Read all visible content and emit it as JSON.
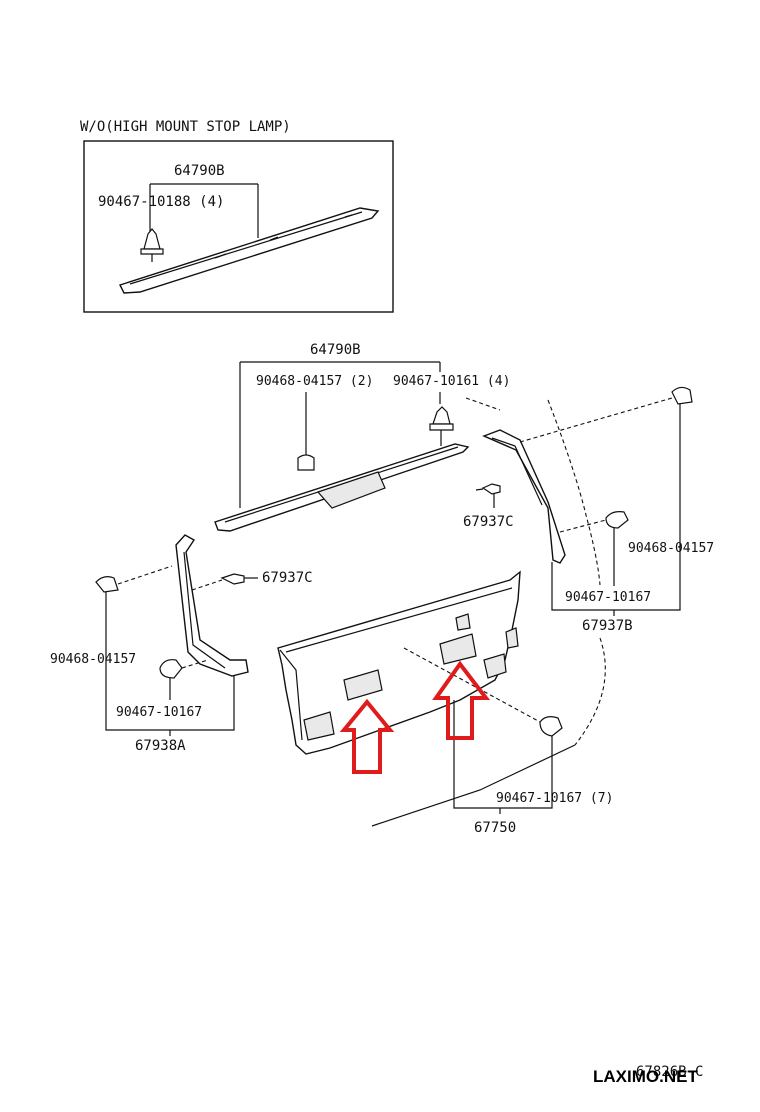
{
  "inset": {
    "title": "W/O(HIGH MOUNT STOP LAMP)",
    "part_label": "64790B",
    "clip_label": "90467-10188 (4)"
  },
  "main": {
    "top_part_label": "64790B",
    "clip_label_a": "90468-04157 (2)",
    "clip_label_b": "90467-10161 (4)",
    "right_clip_label": "67937C",
    "right_fastener_label": "90468-04157",
    "right_clip_b_label": "90467-10167",
    "right_trim_label": "67937B",
    "left_clip_label": "67937C",
    "left_fastener_label": "90468-04157",
    "left_clip_b_label": "90467-10167",
    "left_trim_label": "67938A",
    "panel_clip_label": "90467-10167 (7)",
    "panel_label": "67750"
  },
  "footer": {
    "diagram_code": "67826B-C",
    "watermark": "LAXIMO.NET"
  },
  "colors": {
    "line": "#111111",
    "highlight_arrow": "#e01b1b",
    "background": "#ffffff"
  }
}
